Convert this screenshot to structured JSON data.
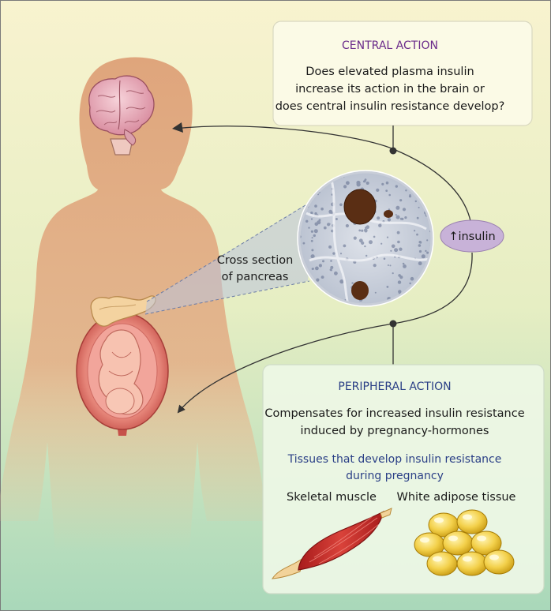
{
  "central": {
    "title": "CENTRAL ACTION",
    "lines": [
      "Does elevated plasma insulin",
      "increase its action in the brain or",
      "does central insulin resistance develop?"
    ]
  },
  "insulin_badge": {
    "label": "↑insulin"
  },
  "pancreas": {
    "lines": [
      "Cross section",
      "of pancreas"
    ]
  },
  "peripheral": {
    "title": "PERIPHERAL ACTION",
    "lines": [
      "Compensates for increased insulin resistance",
      "induced by pregnancy-hormones"
    ],
    "subtitle_lines": [
      "Tissues that develop insulin resistance",
      "during pregnancy"
    ],
    "tissues": [
      {
        "label": "Skeletal muscle",
        "icon": "skeletal-muscle-icon"
      },
      {
        "label": "White adipose tissue",
        "icon": "adipose-tissue-icon"
      }
    ]
  },
  "colors": {
    "background_top": "#f8f3cf",
    "background_bottom": "#a9d8ba",
    "silhouette": "#e0ab83",
    "badge": "#c8b2d8",
    "title_purple": "#6a2a8a",
    "title_blue": "#2a3f86"
  }
}
